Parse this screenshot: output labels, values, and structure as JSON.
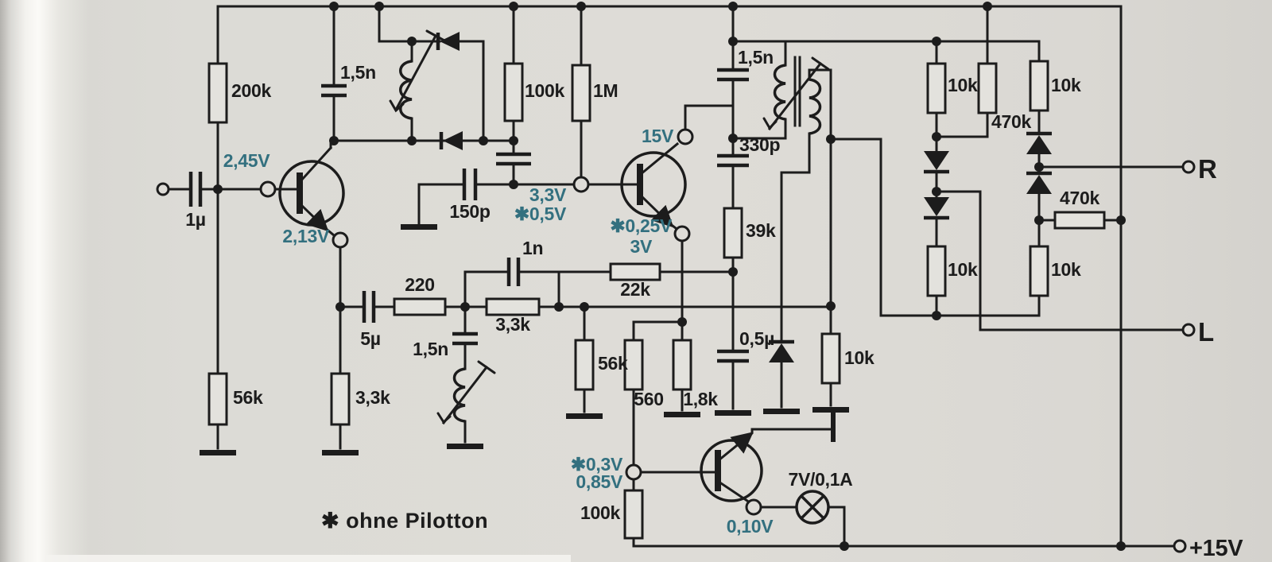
{
  "colors": {
    "ink": "#1c1c1c",
    "annotation_teal": "#33707f",
    "paper": "#dedcd7"
  },
  "note": "✱ ohne  Pilotton",
  "terminals": {
    "right_channel": "R",
    "left_channel": "L",
    "supply": "+15V"
  },
  "voltages": {
    "v245": "2,45V",
    "v213": "2,13V",
    "v33": "3,3V",
    "v05": "✱0,5V",
    "v15": "15V",
    "v025": "✱0,25V",
    "v3": "3V",
    "v03": "✱0,3V",
    "v085": "0,85V",
    "v010": "0,10V"
  },
  "components": {
    "r200k": "200k",
    "c15n_a": "1,5n",
    "c1u": "1µ",
    "r56k_a": "56k",
    "r33k_a": "3,3k",
    "c5u": "5µ",
    "r220": "220",
    "r33k_b": "3,3k",
    "c15n_b": "1,5n",
    "c1n": "1n",
    "c150p": "150p",
    "r100k_a": "100k",
    "r1m": "1M",
    "r22k": "22k",
    "r56k_b": "56k",
    "r560": "560",
    "r18k": "1,8k",
    "r39k": "39k",
    "c15n_c": "1,5n",
    "c330p": "330p",
    "c05u": "0,5µ",
    "r10k_gnd": "10k",
    "r10k_a": "10k",
    "r470k_a": "470k",
    "r10k_b": "10k",
    "r10k_c": "10k",
    "r10k_d": "10k",
    "r470k_b": "470k",
    "r100k_b": "100k",
    "lamp": "7V/0,1A"
  }
}
